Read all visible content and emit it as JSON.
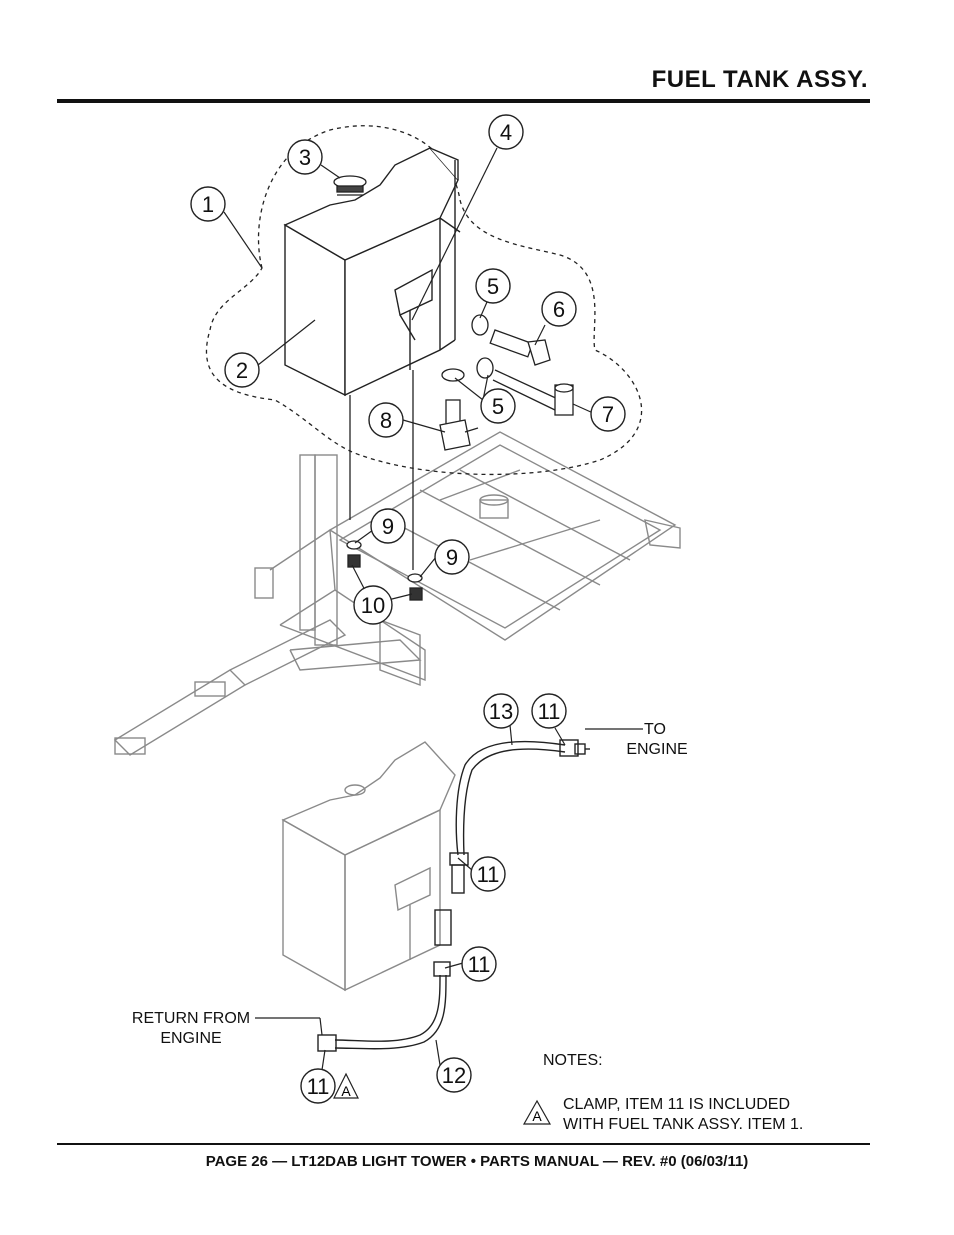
{
  "header": {
    "title": "FUEL TANK ASSY."
  },
  "footer": {
    "text": "PAGE 26 — LT12DAB LIGHT TOWER • PARTS MANUAL — REV. #0 (06/03/11)"
  },
  "callouts": [
    "1",
    "2",
    "3",
    "4",
    "5",
    "6",
    "5",
    "7",
    "8",
    "9",
    "9",
    "10",
    "13",
    "11",
    "11",
    "11",
    "12",
    "11"
  ],
  "labels": {
    "to_engine_line1": "TO",
    "to_engine_line2": "ENGINE",
    "return_line1": "RETURN FROM",
    "return_line2": "ENGINE",
    "notes_heading": "NOTES:",
    "note_a_line1": "CLAMP, ITEM 11 IS INCLUDED",
    "note_a_line2": "WITH FUEL TANK ASSY. ITEM 1.",
    "note_marker": "A"
  }
}
